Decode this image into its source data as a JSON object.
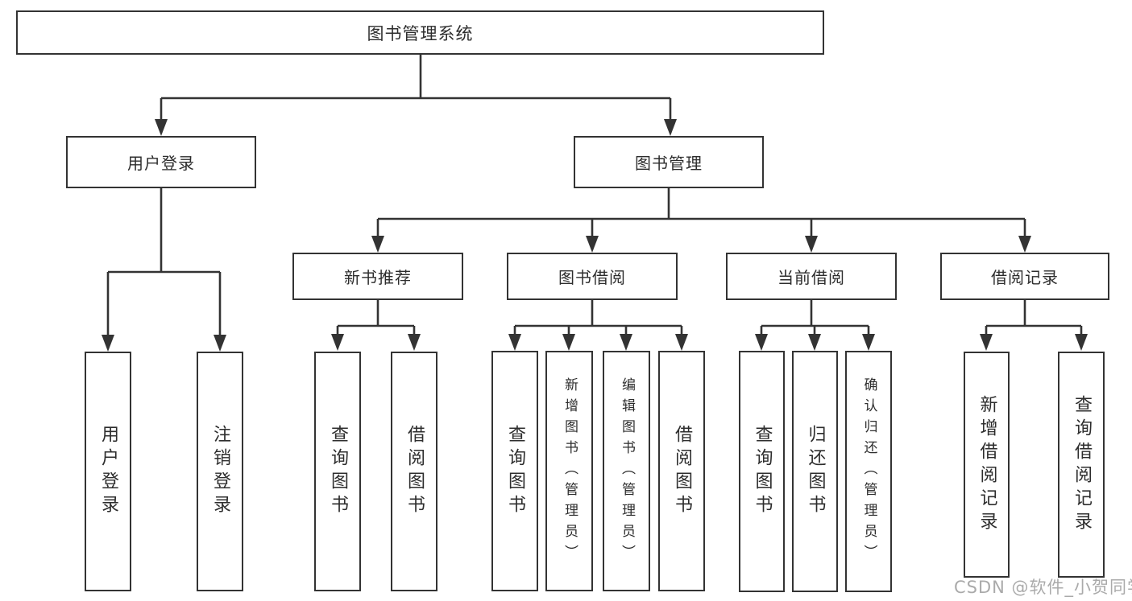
{
  "colors": {
    "background": "#ffffff",
    "line": "#333333",
    "box_border": "#333333",
    "text": "#2d2d2d",
    "watermark": "#9c9c9c"
  },
  "root": {
    "label": "图书管理系统"
  },
  "level2": [
    {
      "label": "用户登录"
    },
    {
      "label": "图书管理"
    }
  ],
  "level3": [
    {
      "label": "新书推荐"
    },
    {
      "label": "图书借阅"
    },
    {
      "label": "当前借阅"
    },
    {
      "label": "借阅记录"
    }
  ],
  "level4": {
    "user_login": [
      {
        "label": "用户登录"
      },
      {
        "label": "注销登录"
      }
    ],
    "new_book_recommend": [
      {
        "label": "查询图书"
      },
      {
        "label": "借阅图书"
      }
    ],
    "book_borrowing": [
      {
        "label": "查询图书"
      },
      {
        "label": "新增图书（管理员）"
      },
      {
        "label": "编辑图书（管理员）"
      },
      {
        "label": "借阅图书"
      }
    ],
    "current_borrowing": [
      {
        "label": "查询图书"
      },
      {
        "label": "归还图书"
      },
      {
        "label": "确认归还（管理员）"
      }
    ],
    "borrowing_records": [
      {
        "label": "新增借阅记录"
      },
      {
        "label": "查询借阅记录"
      }
    ]
  },
  "watermark": {
    "text": "CSDN @软件_小贺同学"
  }
}
